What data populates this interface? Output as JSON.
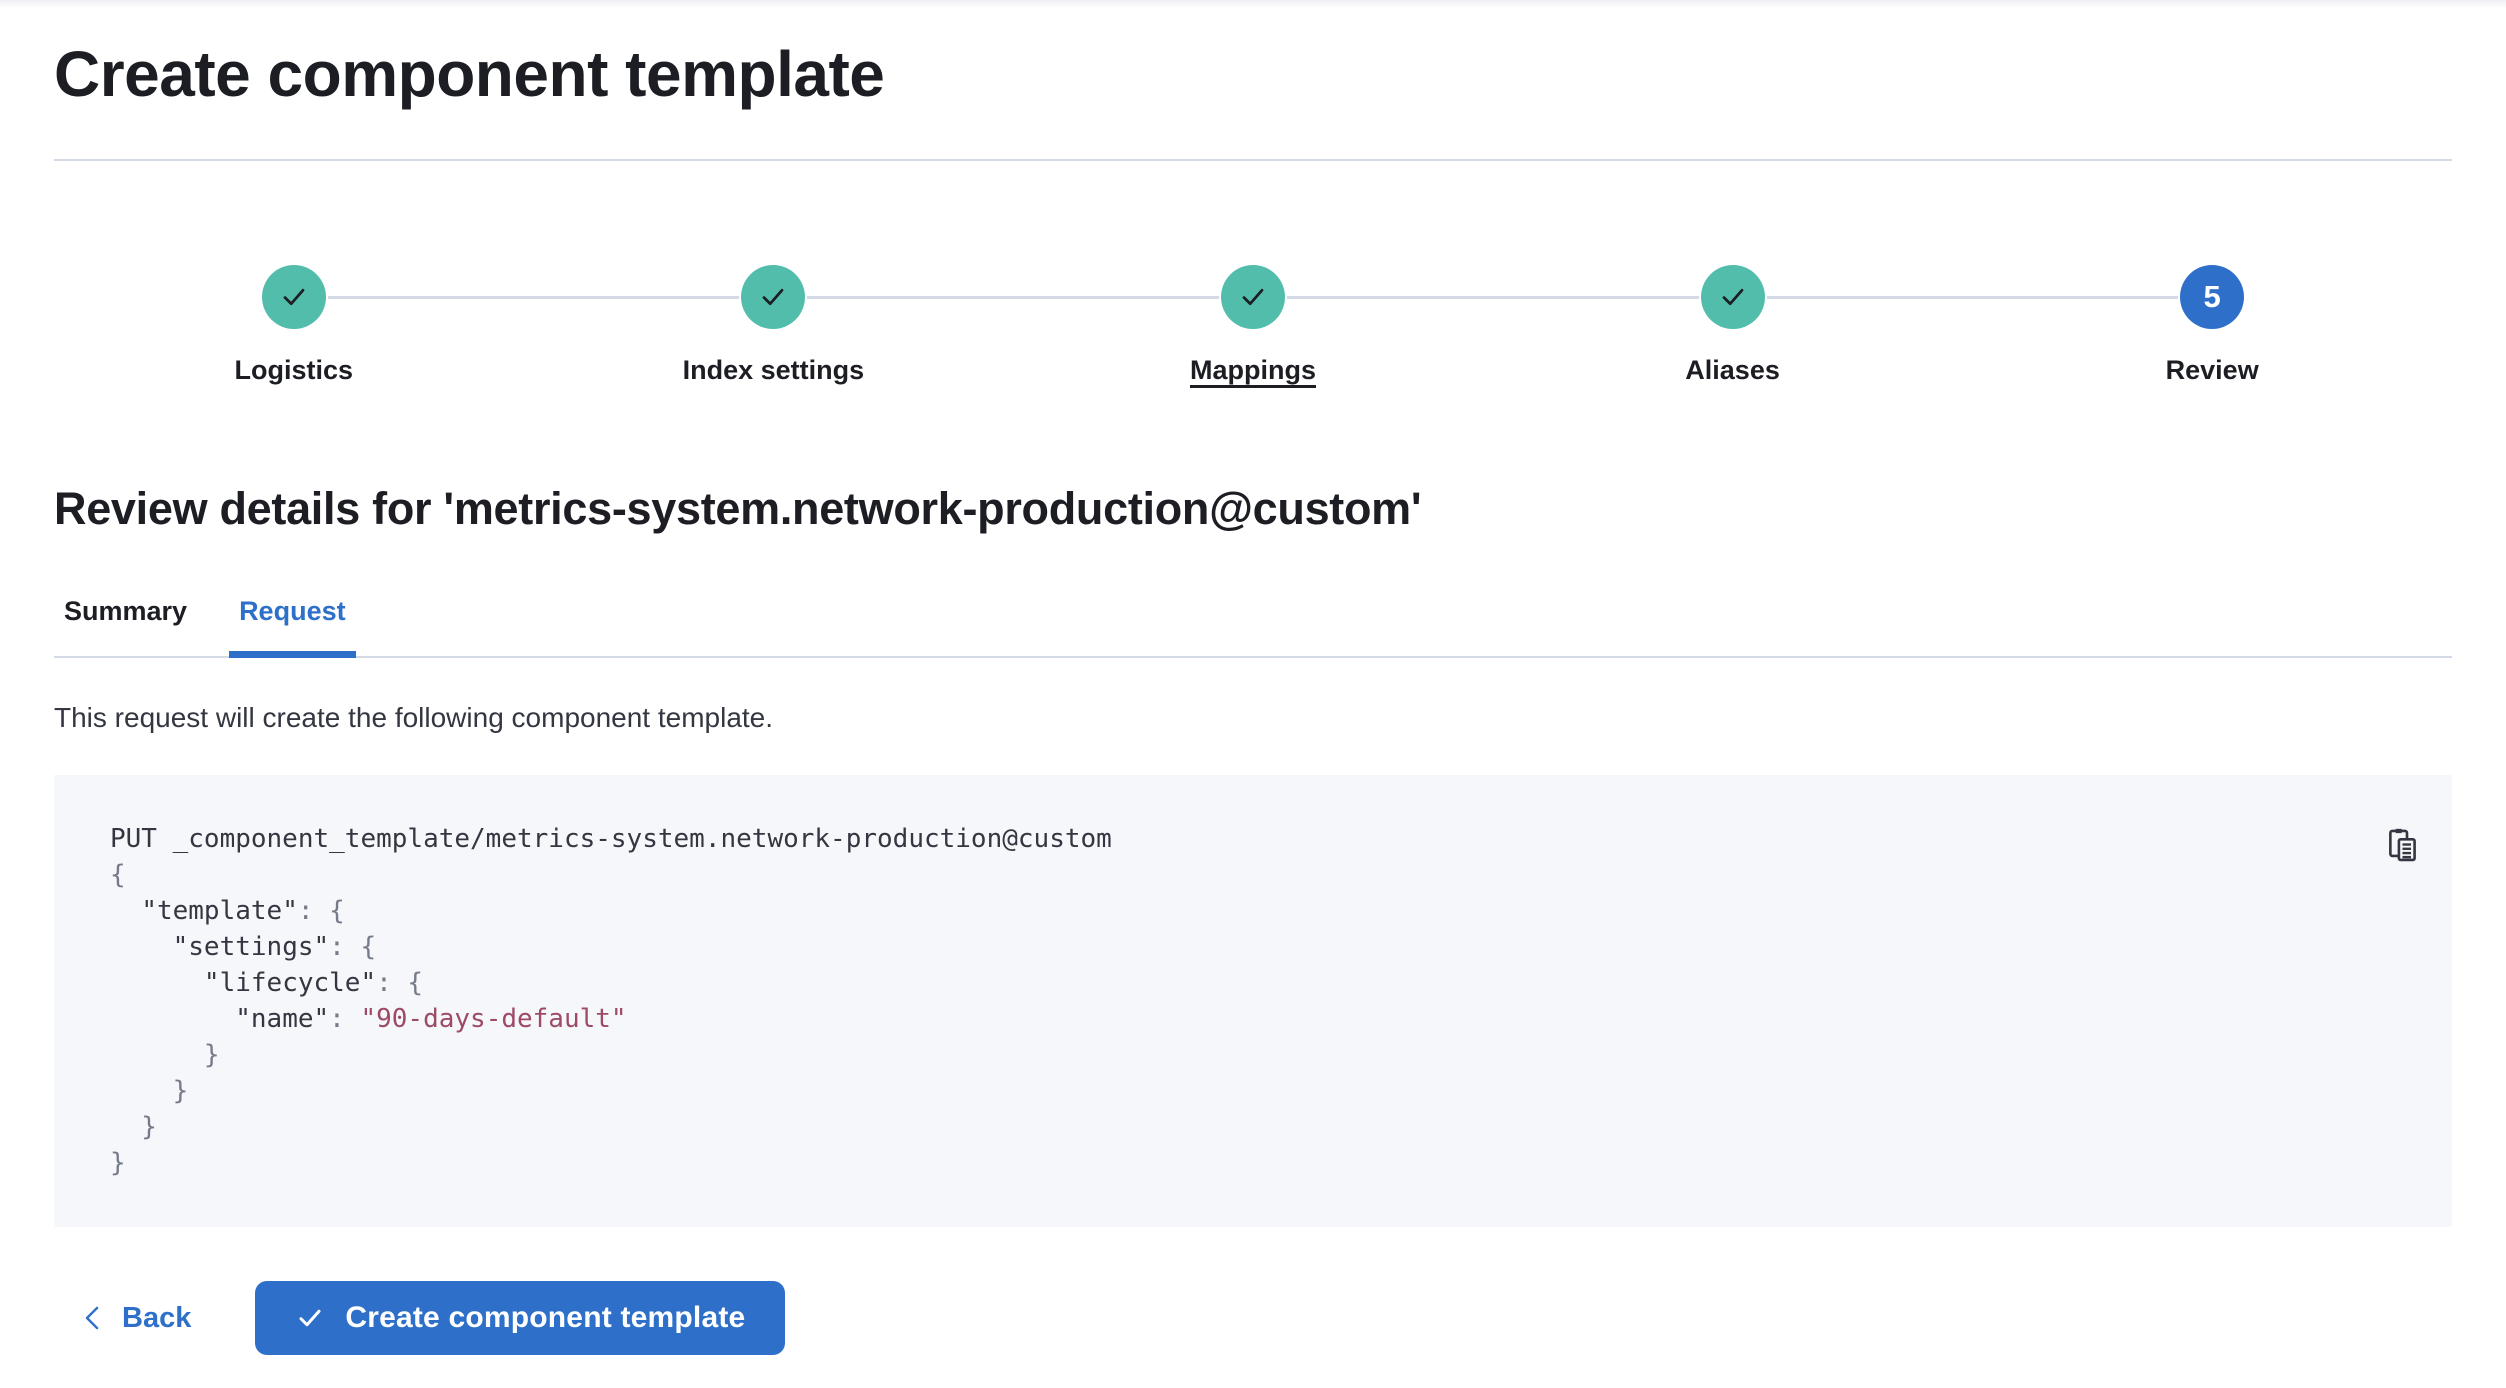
{
  "page": {
    "title": "Create component template"
  },
  "steps": [
    {
      "label": "Logistics",
      "status": "complete"
    },
    {
      "label": "Index settings",
      "status": "complete"
    },
    {
      "label": "Mappings",
      "status": "complete",
      "underlined": true
    },
    {
      "label": "Aliases",
      "status": "complete"
    },
    {
      "label": "Review",
      "status": "current",
      "number": "5"
    }
  ],
  "review": {
    "heading": "Review details for 'metrics-system.network-production@custom'",
    "tabs": [
      {
        "label": "Summary",
        "active": false
      },
      {
        "label": "Request",
        "active": true
      }
    ],
    "description": "This request will create the following component template."
  },
  "code_block": {
    "copy_icon": "copy-clipboard-icon",
    "lines": [
      [
        {
          "text": "PUT _component_template/metrics-system.network-production@custom",
          "type": "plain"
        }
      ],
      [
        {
          "text": "{",
          "type": "punc"
        }
      ],
      [
        {
          "text": "  ",
          "type": "plain"
        },
        {
          "text": "\"template\"",
          "type": "key"
        },
        {
          "text": ": {",
          "type": "punc"
        }
      ],
      [
        {
          "text": "    ",
          "type": "plain"
        },
        {
          "text": "\"settings\"",
          "type": "key"
        },
        {
          "text": ": {",
          "type": "punc"
        }
      ],
      [
        {
          "text": "      ",
          "type": "plain"
        },
        {
          "text": "\"lifecycle\"",
          "type": "key"
        },
        {
          "text": ": {",
          "type": "punc"
        }
      ],
      [
        {
          "text": "        ",
          "type": "plain"
        },
        {
          "text": "\"name\"",
          "type": "key"
        },
        {
          "text": ": ",
          "type": "punc"
        },
        {
          "text": "\"90-days-default\"",
          "type": "str"
        }
      ],
      [
        {
          "text": "      }",
          "type": "punc"
        }
      ],
      [
        {
          "text": "    }",
          "type": "punc"
        }
      ],
      [
        {
          "text": "  }",
          "type": "punc"
        }
      ],
      [
        {
          "text": "}",
          "type": "punc"
        }
      ]
    ]
  },
  "footer": {
    "back_label": "Back",
    "create_label": "Create component template"
  },
  "icons": {
    "step_complete": "check-icon",
    "copy": "copy-clipboard-icon",
    "back": "chevron-left-icon",
    "create": "check-icon"
  },
  "colors": {
    "primary": "#2E70C9",
    "success": "#53BDAC",
    "text_dark": "#1C1E24",
    "text_body": "#343741",
    "border": "#D3DAE6",
    "code_bg": "#F5F7FA",
    "code_punc": "#757B89",
    "code_string": "#9E4A66"
  }
}
